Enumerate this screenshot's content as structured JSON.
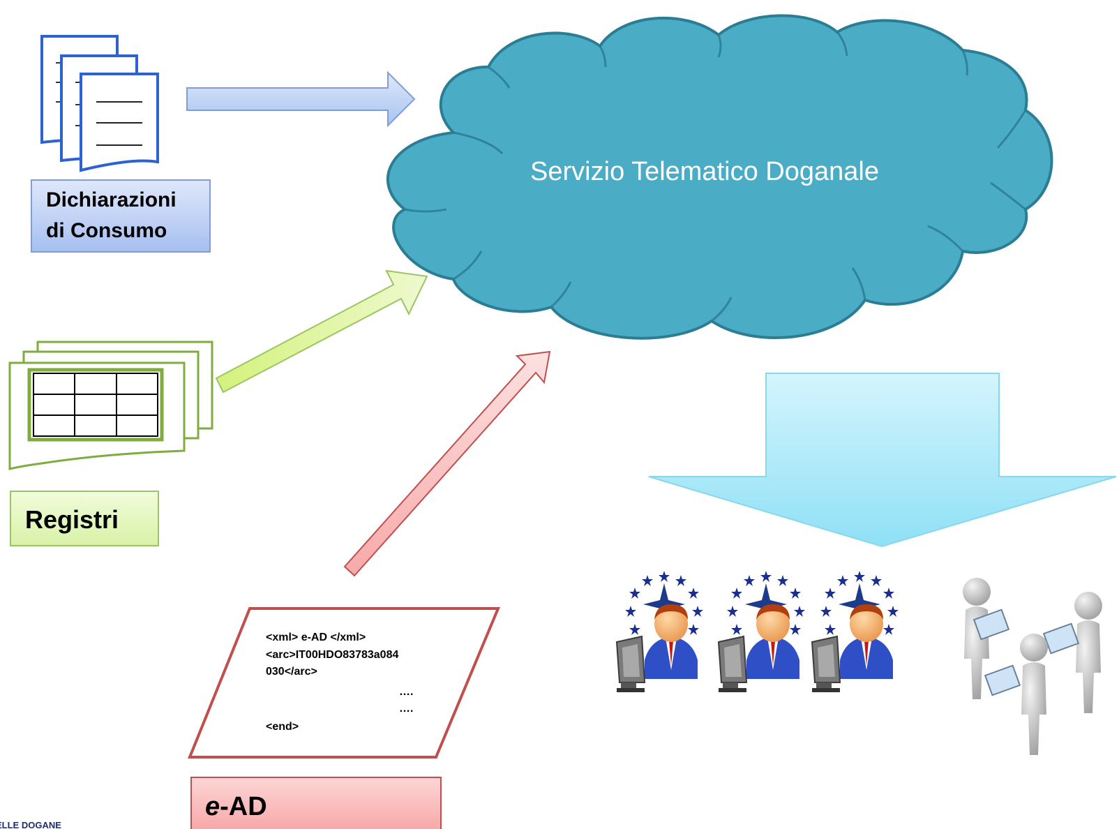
{
  "cloud": {
    "label": "Servizio Telematico Doganale"
  },
  "labels": {
    "dichiarazioni_line1": "Dichiarazioni",
    "dichiarazioni_line2": "di Consumo",
    "registri": "Registri",
    "ead_prefix": "e",
    "ead_suffix": "-AD"
  },
  "xml_document": {
    "line1": "<xml> e-AD </xml>",
    "line2": "<arc>IT00HDO83783a084",
    "line3": "030</arc>",
    "line4": "….",
    "line5": "….",
    "line6": "<end>"
  },
  "footer": {
    "logo_text": "ELLE DOGANE"
  },
  "icons": {
    "documents": "document-stack-icon",
    "registers": "table-stack-icon",
    "officers": "customs-officer-icon",
    "inspectors": "inspector-figure-icon"
  },
  "colors": {
    "cloud_fill": "#4bacc6",
    "cloud_stroke": "#2a7d93",
    "blue_box": "#b9cdf2",
    "green_box": "#e5f7c0",
    "red_box": "#f9b8b8",
    "down_arrow": "#a6e8f8"
  }
}
